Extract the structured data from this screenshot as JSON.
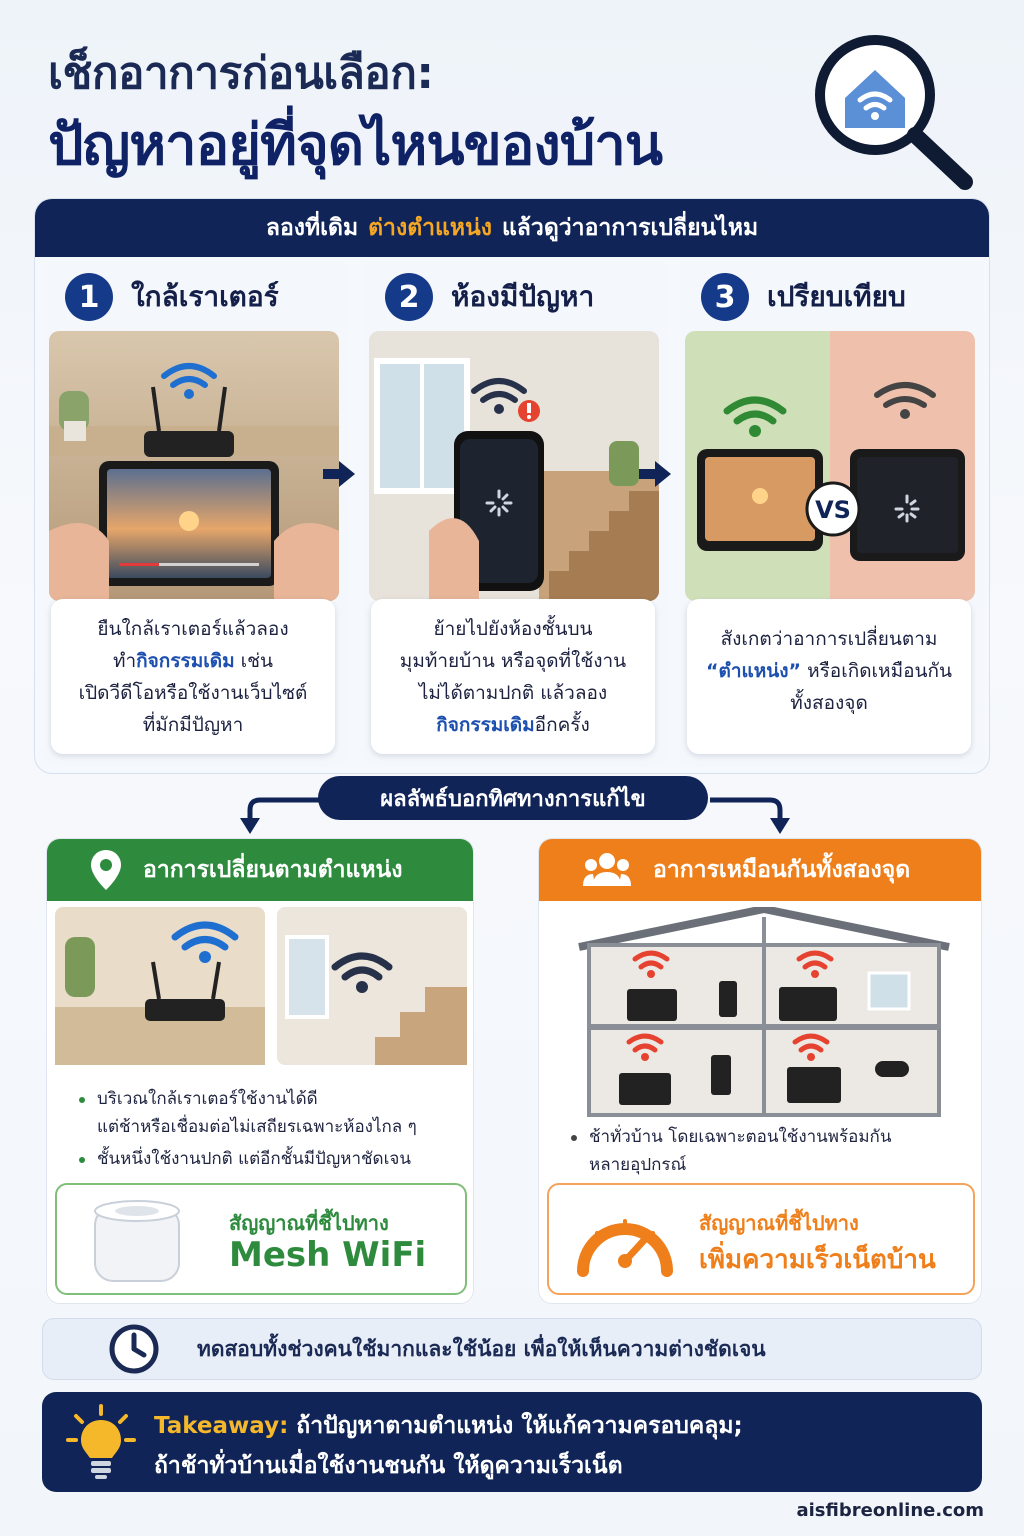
{
  "header": {
    "title_line1": "เช็กอาการก่อนเลือก:",
    "title_line2": "ปัญหาอยู่ที่จุดไหนของบ้าน"
  },
  "test": {
    "banner_pre": "ลองที่เดิม",
    "banner_highlight": "ต่างตำแหน่ง",
    "banner_post": "แล้วดูว่าอาการเปลี่ยนไหม",
    "steps": [
      {
        "number": "1",
        "title": "ใกล้เราเตอร์",
        "text_a": "ยืนใกล้เราเตอร์แล้วลอง",
        "text_b_pre": "ทำ",
        "text_b_hl": "กิจกรรมเดิม",
        "text_b_post": " เช่น",
        "text_c": "เปิดวีดีโอหรือใช้งานเว็บไซต์",
        "text_d": "ที่มักมีปัญหา"
      },
      {
        "number": "2",
        "title": "ห้องมีปัญหา",
        "text_a": "ย้ายไปยังห้องชั้นบน",
        "text_b": "มุมท้ายบ้าน หรือจุดที่ใช้งาน",
        "text_c": "ไม่ได้ตามปกติ แล้วลอง",
        "text_d_hl": "กิจกรรมเดิม",
        "text_d_post": "อีกครั้ง"
      },
      {
        "number": "3",
        "title": "เปรียบเทียบ",
        "vs": "VS",
        "text_a": "สังเกตว่าอาการเปลี่ยนตาม",
        "text_b_hl": "“ตำแหน่ง”",
        "text_b_post": " หรือเกิดเหมือนกัน",
        "text_c": "ทั้งสองจุด"
      }
    ]
  },
  "result_label": "ผลลัพธ์บอกทิศทางการแก้ไข",
  "outcomes": {
    "location": {
      "title": "อาการเปลี่ยนตามตำแหน่ง",
      "bullet1_a": "บริเวณใกล้เราเตอร์ใช้งานได้ดี",
      "bullet1_b": "แต่ช้าหรือเชื่อมต่อไม่เสถียรเฉพาะห้องไกล ๆ",
      "bullet2": "ชั้นหนึ่งใช้งานปกติ แต่อีกชั้นมีปัญหาชัดเจน",
      "signal_label": "สัญญาณที่ชี้ไปทาง",
      "signal_value": "Mesh WiFi"
    },
    "everywhere": {
      "title": "อาการเหมือนกันทั้งสองจุด",
      "bullet1_a": "ช้าทั่วบ้าน โดยเฉพาะตอนใช้งานพร้อมกัน",
      "bullet1_b": "หลายอุปกรณ์",
      "signal_label": "สัญญาณที่ชี้ไปทาง",
      "signal_value": "เพิ่มความเร็วเน็ตบ้าน"
    }
  },
  "timing_tip": "ทดสอบทั้งช่วงคนใช้มากและใช้น้อย เพื่อให้เห็นความต่างชัดเจน",
  "takeaway": {
    "label": "Takeaway:",
    "line1": " ถ้าปัญหาตามตำแหน่ง ให้แก้ความครอบคลุม;",
    "line2": "ถ้าช้าทั่วบ้านเมื่อใช้งานชนกัน ให้ดูความเร็วเน็ต"
  },
  "footer": "aisfibreonline.com",
  "colors": {
    "navy": "#102457",
    "highlight_orange": "#f5a623",
    "green": "#2e8b3e",
    "orange": "#ef7f1a",
    "link_blue": "#1d4fb0"
  },
  "icons": [
    "home-wifi-icon",
    "magnifier-icon",
    "location-pin-icon",
    "users-icon",
    "clock-icon",
    "lightbulb-icon",
    "speedometer-icon",
    "mesh-router-icon"
  ]
}
